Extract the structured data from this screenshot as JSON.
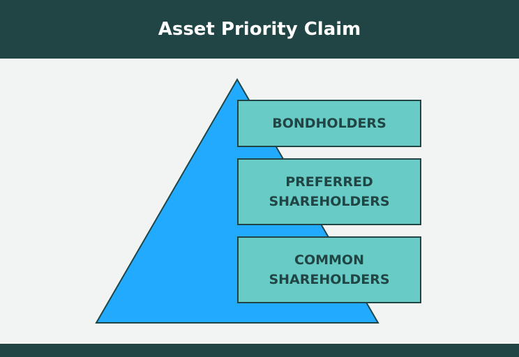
{
  "header": {
    "title": "Asset Priority Claim"
  },
  "tiers": [
    {
      "label": "BONDHOLDERS"
    },
    {
      "label": "PREFERRED SHAREHOLDERS"
    },
    {
      "label": "COMMON SHAREHOLDERS"
    }
  ],
  "colors": {
    "header": "#214545",
    "triangle": "#22aaff",
    "box": "#68cbc5"
  }
}
